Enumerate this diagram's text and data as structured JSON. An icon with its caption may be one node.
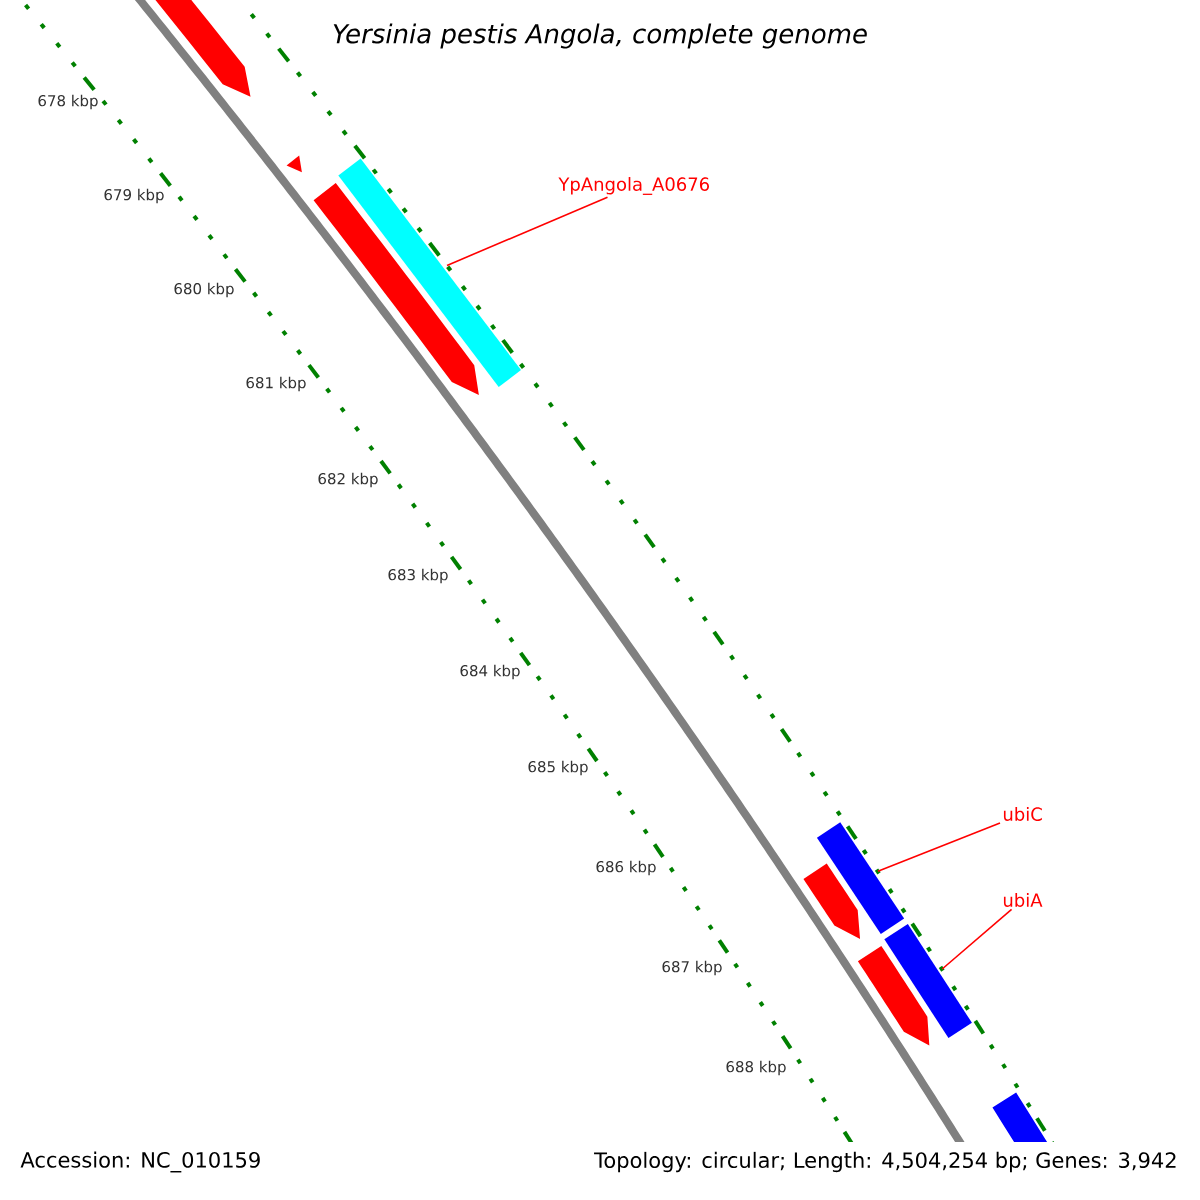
{
  "diagram": {
    "title": "Yersinia pestis Angola, complete genome",
    "nodes": [
      {
        "text": [
          "YpAngola_A0676"
        ]
      },
      {
        "text": [],
        "shape": "bar"
      },
      {
        "text": [
          "ubiC"
        ]
      },
      {
        "text": [],
        "shape": "bar"
      },
      {
        "text": [
          "ubiA"
        ]
      },
      {
        "text": [],
        "shape": "bar"
      }
    ],
    "edges": [
      {
        "from": 0,
        "to": 1,
        "arrow": "none"
      },
      {
        "from": 2,
        "to": 3,
        "arrow": "none"
      },
      {
        "from": 4,
        "to": 5,
        "arrow": "none"
      }
    ],
    "labels": [
      "678 kbp",
      "679 kbp",
      "680 kbp",
      "681 kbp",
      "682 kbp",
      "683 kbp",
      "684 kbp",
      "685 kbp",
      "686 kbp",
      "687 kbp",
      "688 kbp",
      "Accession: NC_010159",
      "Topology: circular; Length: 4,504,254 bp; Genes: 3,942"
    ]
  }
}
